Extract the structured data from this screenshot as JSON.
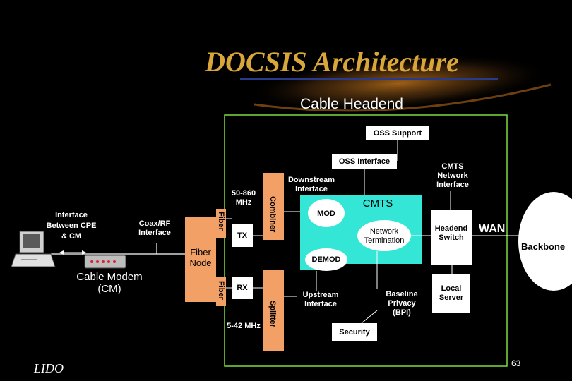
{
  "title": "DOCSIS Architecture",
  "subtitle": "Cable Headend",
  "labels": {
    "oss_support": "OSS Support",
    "oss_interface": "OSS Interface",
    "downstream_interface": "Downstream Interface",
    "cmts_network_interface": "CMTS Network Interface",
    "freq_down": "50-860 MHz",
    "freq_up": "5-42 MHz",
    "combiner": "Combiner",
    "splitter": "Splitter",
    "tx": "TX",
    "rx": "RX",
    "fiber_top": "Fiber",
    "fiber_bottom": "Fiber",
    "fiber_node": "Fiber Node",
    "coax_rf": "Coax/RF Interface",
    "interface_cpe_cm": "Interface Between CPE & CM",
    "cable_modem": "Cable Modem (CM)",
    "cmts": "CMTS",
    "mod": "MOD",
    "demod": "DEMOD",
    "network_termination": "Network Termination",
    "upstream_interface": "Upstream Interface",
    "baseline_privacy": "Baseline Privacy (BPI)",
    "security": "Security",
    "headend_switch": "Headend Switch",
    "local_server": "Local Server",
    "wan": "WAN",
    "backbone": "Backbone"
  },
  "footer": "LIDO",
  "page_number": "63",
  "colors": {
    "background": "#000000",
    "title": "#d9a63a",
    "headend_border": "#7ddc3f",
    "cmts_fill": "#33e6d6",
    "component_fill": "#f3a066",
    "box_fill": "#ffffff"
  }
}
